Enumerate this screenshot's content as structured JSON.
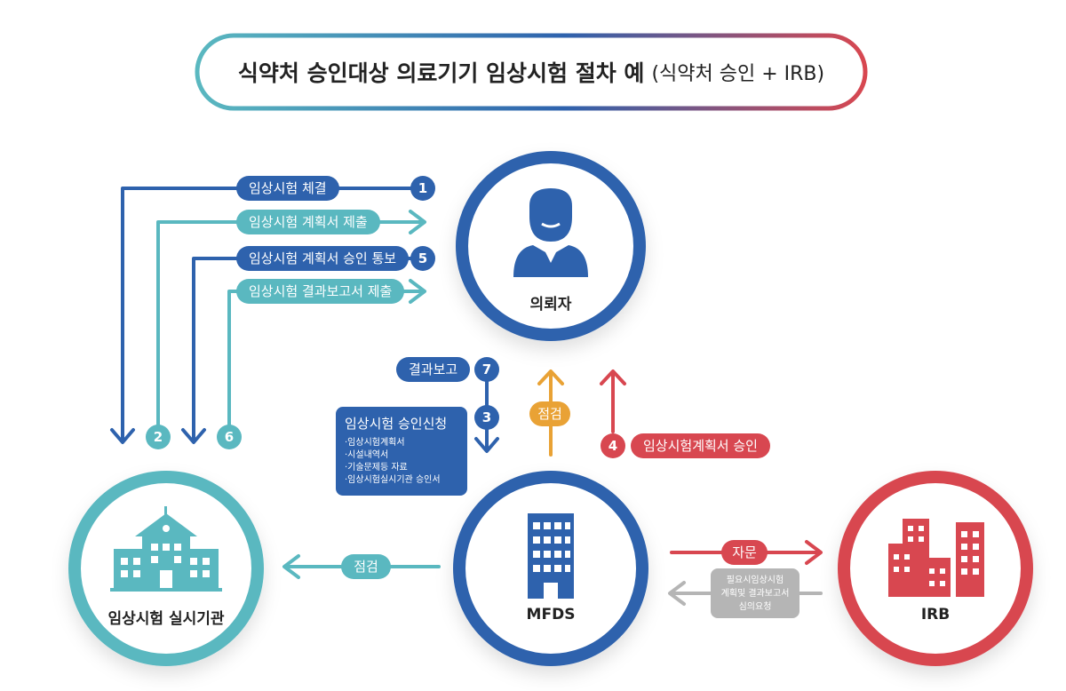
{
  "title": {
    "main": "식약처 승인대상 의료기기 임상시험 절차 예",
    "sub": "(식약처 승인 + IRB)"
  },
  "nodes": {
    "sponsor": "의뢰자",
    "institution": "임상시험 실시기관",
    "mfds": "MFDS",
    "irb": "IRB"
  },
  "steps": [
    {
      "num": "1",
      "label": "임상시험 체결"
    },
    {
      "num": "2",
      "label": "임상시험 계획서 제출"
    },
    {
      "num": "5",
      "label": "임상시험 계획서 승인 통보"
    },
    {
      "num": "6",
      "label": "임상시험 결과보고서 제출"
    },
    {
      "num": "7",
      "label": "결과보고"
    },
    {
      "num": "3",
      "label": "임상시험 승인신청"
    },
    {
      "num": "4",
      "label": "임상시험계획서 승인"
    }
  ],
  "application_docs": [
    "·임상시험계획서",
    "·시설내역서",
    "·기술문제등 자료",
    "·임상시험실시기관 승인서"
  ],
  "inspection_label": "점검",
  "consult_label": "자문",
  "irb_review": [
    "필요시임상시험",
    "계획및 결과보고서",
    "심의요청"
  ],
  "colors": {
    "blue": "#2e62ad",
    "teal": "#5ab8c0",
    "red": "#d84750",
    "orange": "#e9a235",
    "gray": "#b5b5b5"
  }
}
